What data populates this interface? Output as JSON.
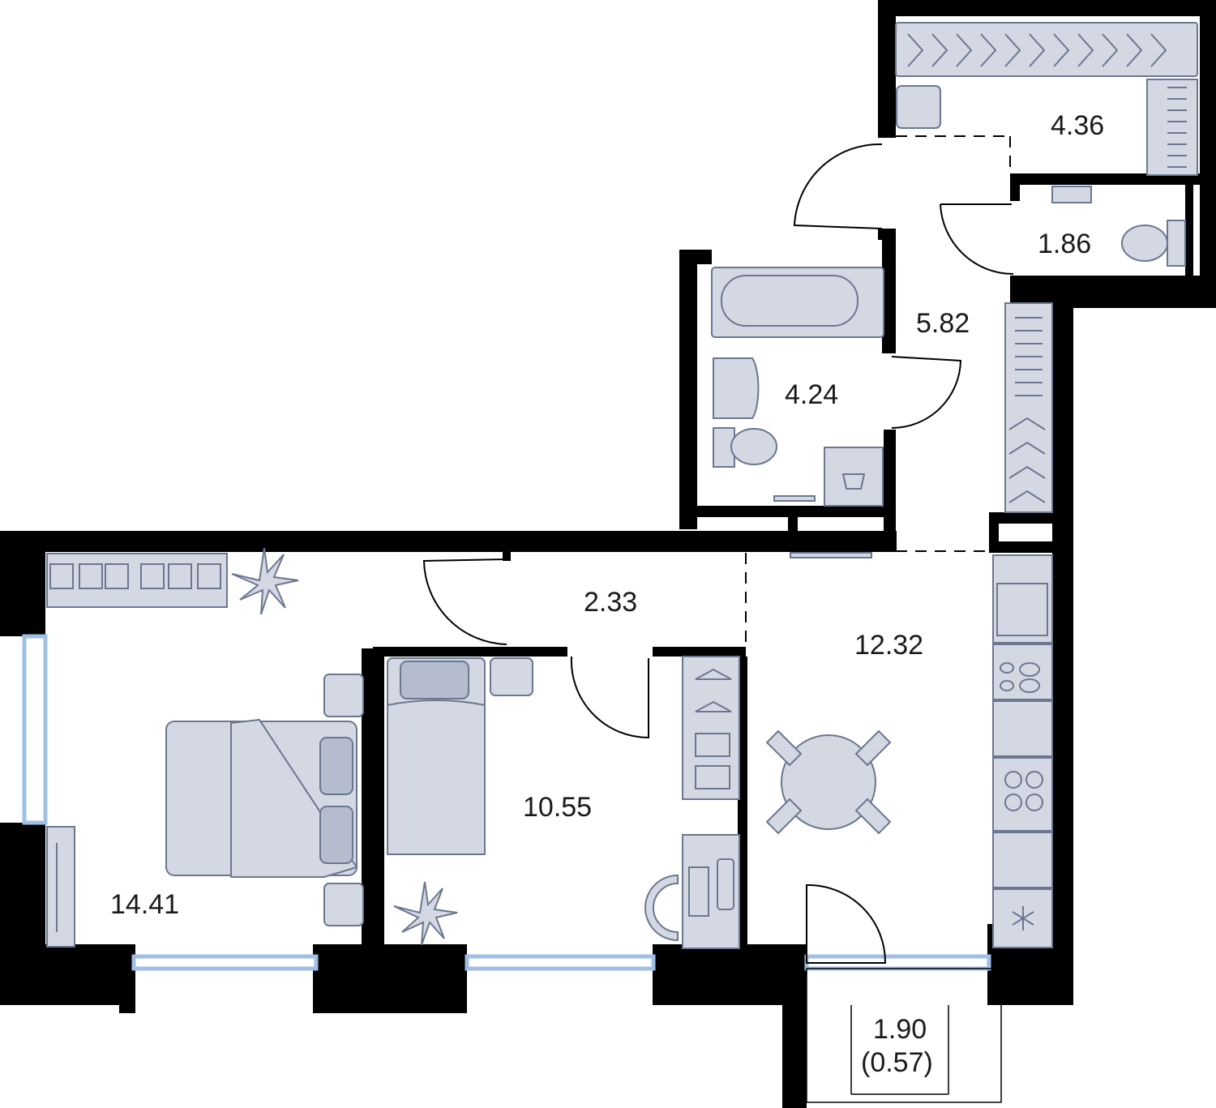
{
  "plan": {
    "rooms": [
      {
        "id": "wardrobe",
        "area": "4.36"
      },
      {
        "id": "wc",
        "area": "1.86"
      },
      {
        "id": "hall",
        "area": "5.82"
      },
      {
        "id": "bathroom",
        "area": "4.24"
      },
      {
        "id": "corridor",
        "area": "2.33"
      },
      {
        "id": "kitchen",
        "area": "12.32"
      },
      {
        "id": "bedroom-small",
        "area": "10.55"
      },
      {
        "id": "bedroom-main",
        "area": "14.41"
      },
      {
        "id": "balcony",
        "area": "1.90",
        "reduced_area": "(0.57)"
      }
    ]
  },
  "colors": {
    "wall": "#000000",
    "furniture_fill": "#d4d8e2",
    "furniture_stroke": "#6b7790",
    "window": "#9fbfe6"
  },
  "icons": [
    "bathtub-icon",
    "sink-icon",
    "toilet-icon",
    "washing-machine-icon",
    "bed-icon",
    "wardrobe-icon",
    "hanger-icon",
    "shoe-rack-icon",
    "plant-icon",
    "dining-table-icon",
    "chair-icon",
    "desk-icon",
    "keyboard-icon",
    "monitor-icon",
    "stove-icon",
    "fridge-icon",
    "snowflake-icon",
    "tv-icon",
    "nightstand-icon",
    "shirt-icon",
    "pillow-icon"
  ]
}
